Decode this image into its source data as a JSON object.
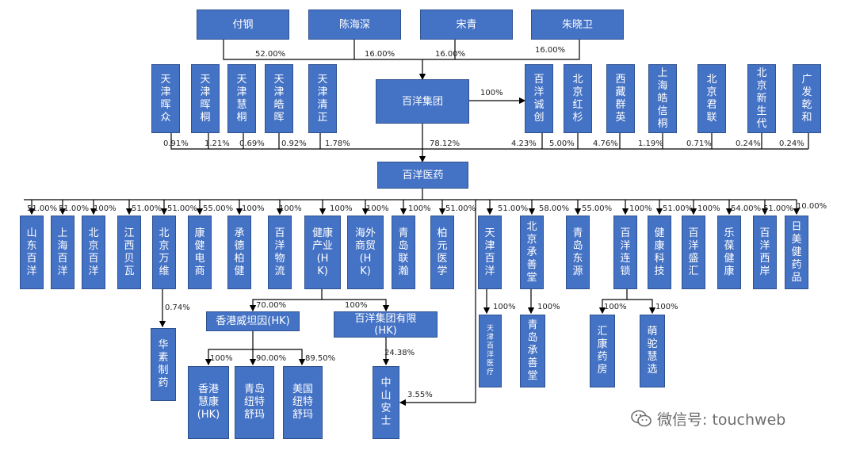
{
  "shareholders": {
    "fu_gang": "付钢",
    "chen_haishen": "陈海深",
    "song_qing": "宋青",
    "zhu_xiaowei": "朱晓卫"
  },
  "parent_group": "百洋集团",
  "main_company": "百洋医药",
  "holders_left": [
    {
      "name": "天津晖众",
      "pct": "0.91%"
    },
    {
      "name": "天津晖桐",
      "pct": "1.21%"
    },
    {
      "name": "天津慧桐",
      "pct": "0.69%"
    },
    {
      "name": "天津皓晖",
      "pct": "0.92%"
    },
    {
      "name": "天津清正",
      "pct": "1.78%"
    }
  ],
  "holders_right": [
    {
      "name": "百洋诚创",
      "pct": "4.23%"
    },
    {
      "name": "北京红杉",
      "pct": "5.00%"
    },
    {
      "name": "西藏群英",
      "pct": "4.76%"
    },
    {
      "name": "上海皓信桐",
      "pct": "1.19%"
    },
    {
      "name": "北京君联",
      "pct": "0.71%"
    },
    {
      "name": "北京新生代",
      "pct": "0.24%"
    },
    {
      "name": "广发乾和",
      "pct": "0.24%"
    }
  ],
  "top_pcts": {
    "fu_gang": "52.00%",
    "chen_haishen": "16.00%",
    "song_qing": "16.00%",
    "zhu_xiaowei": "16.00%",
    "group_to_chengchuang": "100%",
    "group_to_main": "78.12%"
  },
  "subsidiaries": [
    {
      "name": "山东百洋",
      "pct": "51.00%"
    },
    {
      "name": "上海百洋",
      "pct": "51.00%"
    },
    {
      "name": "北京百洋",
      "pct": "100%"
    },
    {
      "name": "江西贝瓦",
      "pct": "51.00%"
    },
    {
      "name": "北京万维",
      "pct": "51.00%"
    },
    {
      "name": "康健电商",
      "pct": "55.00%"
    },
    {
      "name": "承德柏健",
      "pct": "100%"
    },
    {
      "name": "百洋物流",
      "pct": "100%"
    },
    {
      "name": "健康产业(HK)",
      "pct": "100%"
    },
    {
      "name": "海外商贸(HK)",
      "pct": "100%"
    },
    {
      "name": "青岛联瀚",
      "pct": "100%"
    },
    {
      "name": "柏元医学",
      "pct": "51.00%"
    },
    {
      "name": "天津百洋",
      "pct": "51.00%"
    },
    {
      "name": "北京承善堂",
      "pct": "58.00%"
    },
    {
      "name": "青岛东源",
      "pct": "55.00%"
    },
    {
      "name": "百洋连锁",
      "pct": "100%"
    },
    {
      "name": "健康科技",
      "pct": "51.00%"
    },
    {
      "name": "百洋盛汇",
      "pct": "100%"
    },
    {
      "name": "乐葆健康",
      "pct": "54.00%"
    },
    {
      "name": "百洋西岸",
      "pct": "51.00%"
    },
    {
      "name": "日美健药品",
      "pct": "10.00%"
    }
  ],
  "third_level": {
    "huasu": {
      "name": "华素制药",
      "pct": "0.74%"
    },
    "hk_weitanyin": {
      "name": "香港威坦因(HK)",
      "pct": "70.00%"
    },
    "group_hk": {
      "name": "百洋集团有限(HK)",
      "pct": "100%"
    },
    "tianjin_medical": {
      "name": "天津百洋医疗",
      "pct": "100%"
    },
    "qingdao_chengshantang": {
      "name": "青岛承善堂",
      "pct": "100%"
    },
    "huikang": {
      "name": "汇康药房",
      "pct": "100%"
    },
    "mengtuo": {
      "name": "萌驼慧选",
      "pct": "100%"
    }
  },
  "fourth_level": {
    "hk_huikang": {
      "name": "香港慧康(HK)",
      "pct": "100%"
    },
    "qd_niute": {
      "name": "青岛纽特舒玛",
      "pct": "90.00%"
    },
    "us_niute": {
      "name": "美国纽特舒玛",
      "pct": "89.50%"
    },
    "zhongshan": {
      "name": "中山安士",
      "pct_hk": "24.38%",
      "pct_main": "3.55%"
    }
  },
  "watermark": "微信号: touchweb",
  "colors": {
    "box": "#4472C4",
    "line": "#000000",
    "watermark": "#6d6d6d"
  }
}
